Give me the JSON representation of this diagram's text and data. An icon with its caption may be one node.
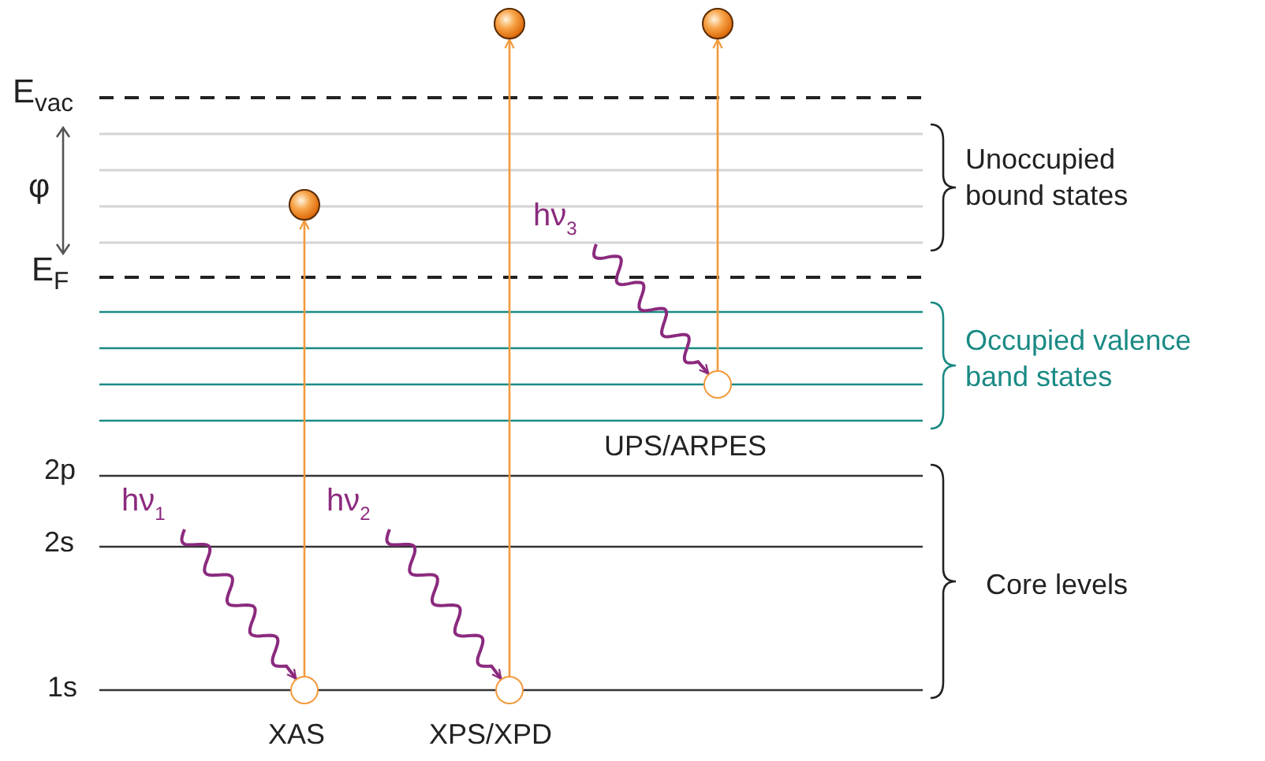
{
  "diagram": {
    "nodes": [
      {
        "text": [],
        "shape": "circle",
        "beside": [
          "XAS"
        ]
      },
      {
        "text": [],
        "shape": "circle"
      },
      {
        "text": [],
        "shape": "circle",
        "beside": [
          "XPS/XPD"
        ]
      },
      {
        "text": [],
        "shape": "circle"
      },
      {
        "text": [],
        "shape": "circle",
        "beside": [
          "UPS/ARPES"
        ]
      },
      {
        "text": [],
        "shape": "circle"
      },
      {
        "text": [
          "hν$_{1}$"
        ]
      },
      {
        "text": [
          "hν$_{2}$"
        ]
      },
      {
        "text": [
          "hν$_{3}$"
        ]
      }
    ],
    "edges": [
      {
        "from": 0,
        "to": 1,
        "arrow": "to"
      },
      {
        "from": 2,
        "to": 3,
        "arrow": "to"
      },
      {
        "from": 4,
        "to": 5,
        "arrow": "to"
      },
      {
        "from": 6,
        "to": 0,
        "arrow": "to",
        "color": "#8b2a7e"
      },
      {
        "from": 7,
        "to": 2,
        "arrow": "to",
        "color": "#8b2a7e"
      },
      {
        "from": 8,
        "to": 4,
        "arrow": "to",
        "color": "#8b2a7e"
      }
    ],
    "labels": [
      "E$_{vac}$",
      "φ",
      "E$_{F}$",
      "Unoccupied bound states",
      "Occupied valence band states",
      "2p",
      "2s",
      "Core levels",
      "1s"
    ]
  }
}
